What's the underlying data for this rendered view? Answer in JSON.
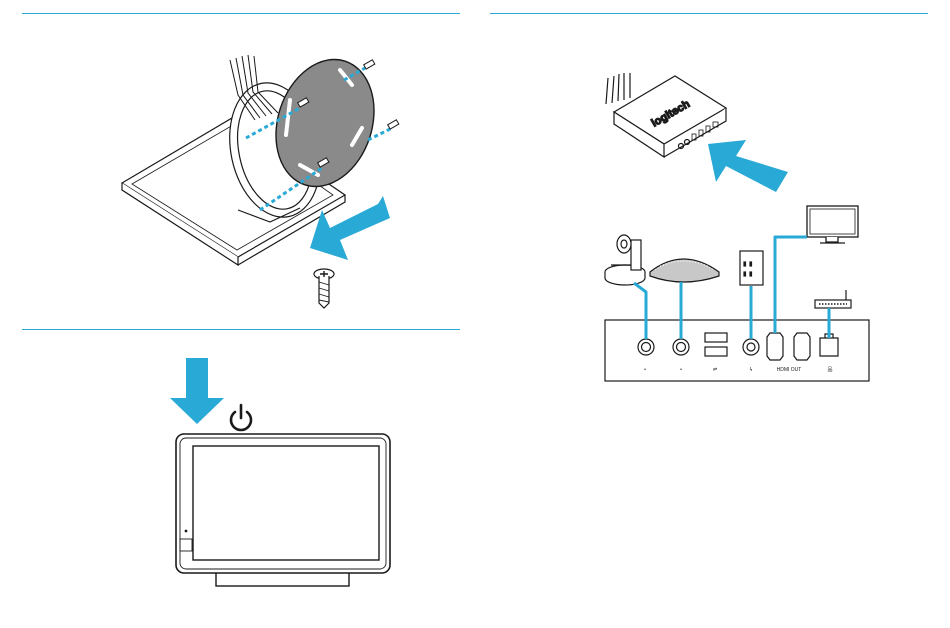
{
  "colors": {
    "accent": "#29a9d6",
    "line": "#1a1a1a",
    "plate": "#8a8a8a",
    "speaker": "#c8c8c8"
  },
  "panels": [
    {
      "id": "mount-plate",
      "icons": [
        "cable-bundle-icon",
        "mounting-plate-icon",
        "screw-icon",
        "direction-arrow-icon"
      ]
    },
    {
      "id": "connect-devices",
      "icons": [
        "compute-box-icon",
        "camera-icon",
        "speakerphone-icon",
        "power-outlet-icon",
        "monitor-icon",
        "router-icon"
      ]
    },
    {
      "id": "power-on",
      "icons": [
        "down-arrow-icon",
        "power-icon",
        "touch-controller-icon"
      ]
    }
  ],
  "compute_box": {
    "brand": "logitech"
  },
  "ports": {
    "hdmi_out": "HDMI OUT",
    "symbols": [
      "•",
      "•",
      "⇌",
      "ϟ",
      "",
      "",
      "品"
    ]
  }
}
